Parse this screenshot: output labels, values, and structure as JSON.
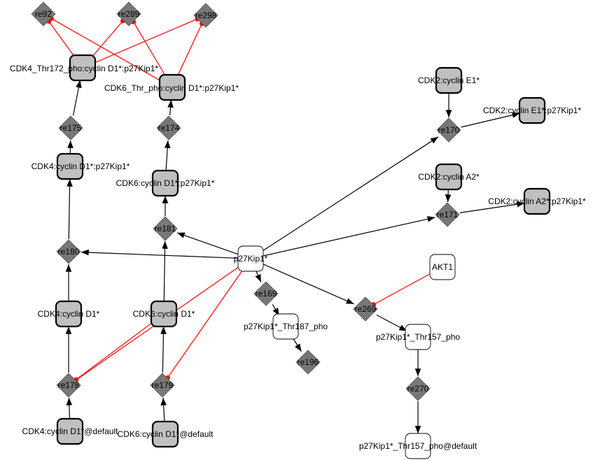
{
  "colors": {
    "complex_fill": "#c0c0c0",
    "species_fill": "#ffffff",
    "reaction_fill": "#777777",
    "modifier_edge": "#ff0000",
    "reaction_edge": "#000000"
  },
  "nodes": [
    {
      "id": "re92",
      "label": "re92",
      "kind": "reaction"
    },
    {
      "id": "re289",
      "label": "re289",
      "kind": "reaction"
    },
    {
      "id": "re298",
      "label": "re298",
      "kind": "reaction"
    },
    {
      "id": "cdk4thr",
      "label": "CDK4_Thr172_pho:cyclin D1*:p27Kip1*",
      "kind": "complex"
    },
    {
      "id": "cdk6thr",
      "label": "CDK6_Thr_pho:cyclin D1*:p27Kip1*",
      "kind": "complex"
    },
    {
      "id": "re175",
      "label": "re175",
      "kind": "reaction"
    },
    {
      "id": "re174",
      "label": "re174",
      "kind": "reaction"
    },
    {
      "id": "cdk4d1p27",
      "label": "CDK4:cyclin D1*:p27Kip1*",
      "kind": "complex"
    },
    {
      "id": "cdk6d1p27",
      "label": "CDK6:cyclin D1*:p27Kip1*",
      "kind": "complex"
    },
    {
      "id": "re181",
      "label": "re181",
      "kind": "reaction"
    },
    {
      "id": "re180",
      "label": "re180",
      "kind": "reaction"
    },
    {
      "id": "p27",
      "label": "p27Kip1*",
      "kind": "species"
    },
    {
      "id": "cdk2e1",
      "label": "CDK2:cyclin E1*",
      "kind": "complex"
    },
    {
      "id": "re170",
      "label": "re170",
      "kind": "reaction"
    },
    {
      "id": "cdk2e1p27",
      "label": "CDK2:cyclin E1*:p27Kip1*",
      "kind": "complex"
    },
    {
      "id": "cdk2a2",
      "label": "CDK2:cyclin A2*",
      "kind": "complex"
    },
    {
      "id": "re171",
      "label": "re171",
      "kind": "reaction"
    },
    {
      "id": "cdk2a2p27",
      "label": "CDK2:cyclin A2*:p27Kip1*",
      "kind": "complex"
    },
    {
      "id": "akt1",
      "label": "AKT1",
      "kind": "species"
    },
    {
      "id": "re169",
      "label": "re169",
      "kind": "reaction"
    },
    {
      "id": "thr187",
      "label": "p27Kip1*_Thr187_pho",
      "kind": "species"
    },
    {
      "id": "re196",
      "label": "re196",
      "kind": "reaction"
    },
    {
      "id": "re269",
      "label": "re269",
      "kind": "reaction"
    },
    {
      "id": "thr157",
      "label": "p27Kip1*_Thr157_pho",
      "kind": "species"
    },
    {
      "id": "re270",
      "label": "re270",
      "kind": "reaction"
    },
    {
      "id": "thr157def",
      "label": "p27Kip1*_Thr157_pho@default",
      "kind": "species"
    },
    {
      "id": "cdk4d1",
      "label": "CDK4:cyclin D1*",
      "kind": "complex"
    },
    {
      "id": "cdk6d1",
      "label": "CDK6:cyclin D1*",
      "kind": "complex"
    },
    {
      "id": "re178",
      "label": "re178",
      "kind": "reaction"
    },
    {
      "id": "re179",
      "label": "re179",
      "kind": "reaction"
    },
    {
      "id": "cdk4def",
      "label": "CDK4:cyclin D1*@default",
      "kind": "complex"
    },
    {
      "id": "cdk6def",
      "label": "CDK6:cyclin D1*@default",
      "kind": "complex"
    }
  ],
  "edges": [
    {
      "from": "re175",
      "to": "cdk4thr",
      "type": "arrow"
    },
    {
      "from": "re174",
      "to": "cdk6thr",
      "type": "arrow"
    },
    {
      "from": "cdk4d1p27",
      "to": "re175",
      "type": "arrow"
    },
    {
      "from": "cdk6d1p27",
      "to": "re174",
      "type": "arrow"
    },
    {
      "from": "re180",
      "to": "cdk4d1p27",
      "type": "arrow"
    },
    {
      "from": "re181",
      "to": "cdk6d1p27",
      "type": "arrow"
    },
    {
      "from": "cdk4d1",
      "to": "re180",
      "type": "arrow"
    },
    {
      "from": "cdk6d1",
      "to": "re181",
      "type": "arrow"
    },
    {
      "from": "p27",
      "to": "re180",
      "type": "arrow"
    },
    {
      "from": "p27",
      "to": "re181",
      "type": "arrow"
    },
    {
      "from": "p27",
      "to": "re170",
      "type": "arrow"
    },
    {
      "from": "p27",
      "to": "re171",
      "type": "arrow"
    },
    {
      "from": "p27",
      "to": "re169",
      "type": "arrow"
    },
    {
      "from": "p27",
      "to": "re269",
      "type": "arrow"
    },
    {
      "from": "cdk2e1",
      "to": "re170",
      "type": "arrow"
    },
    {
      "from": "re170",
      "to": "cdk2e1p27",
      "type": "arrow"
    },
    {
      "from": "cdk2a2",
      "to": "re171",
      "type": "arrow"
    },
    {
      "from": "re171",
      "to": "cdk2a2p27",
      "type": "arrow"
    },
    {
      "from": "re169",
      "to": "thr187",
      "type": "arrow"
    },
    {
      "from": "thr187",
      "to": "re196",
      "type": "arrow"
    },
    {
      "from": "re269",
      "to": "thr157",
      "type": "arrow"
    },
    {
      "from": "thr157",
      "to": "re270",
      "type": "arrow"
    },
    {
      "from": "re270",
      "to": "thr157def",
      "type": "arrow"
    },
    {
      "from": "re178",
      "to": "cdk4d1",
      "type": "arrow"
    },
    {
      "from": "re179",
      "to": "cdk6d1",
      "type": "arrow"
    },
    {
      "from": "cdk4def",
      "to": "re178",
      "type": "arrow"
    },
    {
      "from": "cdk6def",
      "to": "re179",
      "type": "arrow"
    },
    {
      "from": "cdk4thr",
      "to": "re92",
      "type": "modifier"
    },
    {
      "from": "cdk4thr",
      "to": "re289",
      "type": "modifier"
    },
    {
      "from": "cdk4thr",
      "to": "re298",
      "type": "modifier"
    },
    {
      "from": "cdk6thr",
      "to": "re92",
      "type": "modifier"
    },
    {
      "from": "cdk6thr",
      "to": "re289",
      "type": "modifier"
    },
    {
      "from": "cdk6thr",
      "to": "re298",
      "type": "modifier"
    },
    {
      "from": "p27",
      "to": "re178",
      "type": "modifier"
    },
    {
      "from": "p27",
      "to": "re179",
      "type": "modifier"
    },
    {
      "from": "cdk6d1",
      "to": "re178",
      "type": "modifier"
    },
    {
      "from": "akt1",
      "to": "re269",
      "type": "modifier"
    }
  ]
}
